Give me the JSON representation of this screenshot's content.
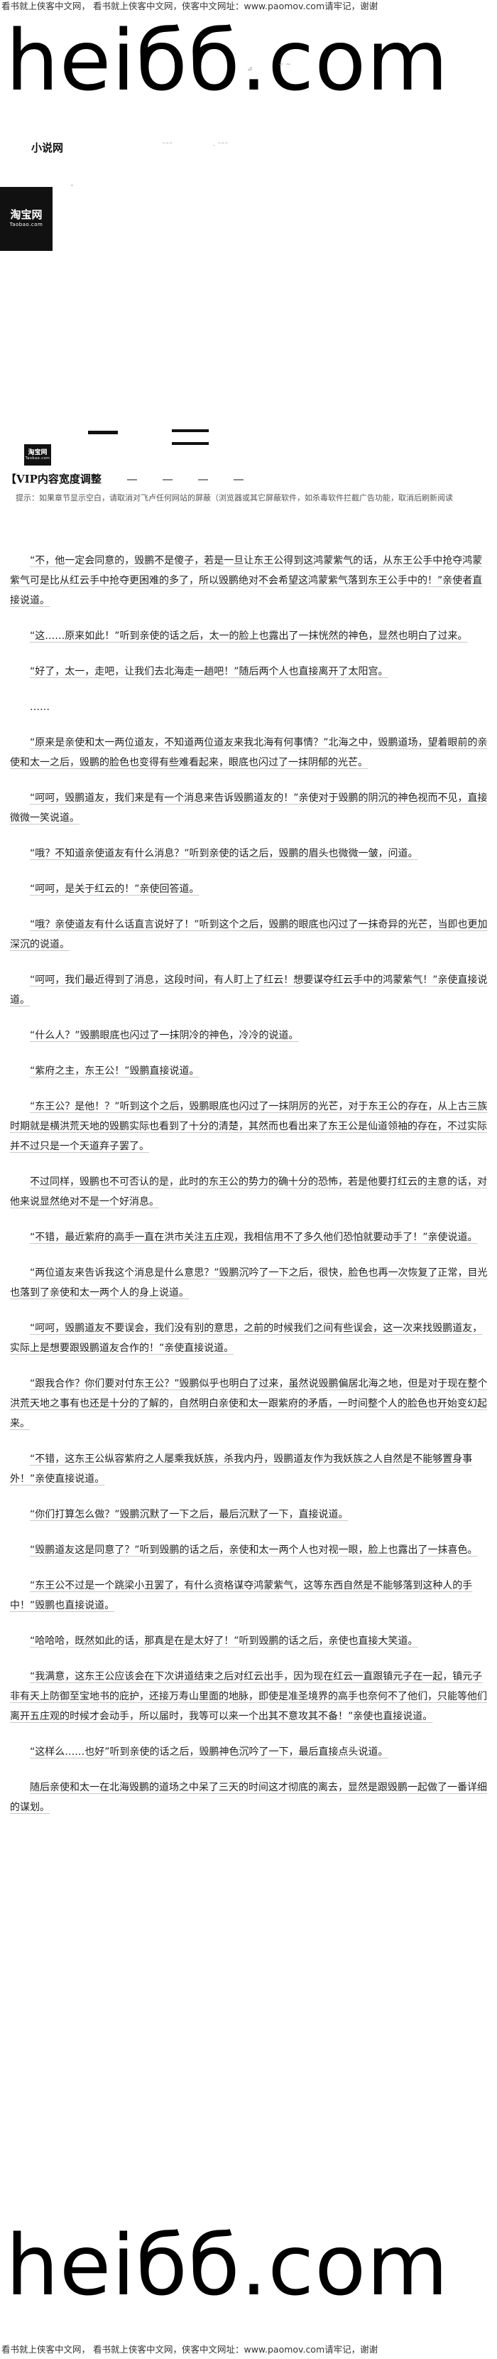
{
  "top_banner": "看书就上侠客中文网，  看书就上侠客中文网，侠客中文网址：www.paomov.com请牢记，谢谢",
  "watermark": "heiбб.com",
  "site_title": "小说网",
  "logo_top": {
    "cn": "淘宝网",
    "en": "Taobao.com"
  },
  "logo_small": {
    "cn": "淘宝网",
    "en": "Taobao.com"
  },
  "notice": {
    "heading": "【VIP内容宽度调整",
    "text": "提示：如果章节显示空白，请取消对飞卢任何网站的屏蔽（浏览器或其它屏蔽软件，如杀毒软件拦截广告功能，取消后刷新阅读"
  },
  "paragraphs": [
    "“不，他一定会同意的，毁鹏不是傻子，若是一旦让东王公得到这鸿蒙紫气的话，从东王公手中抢夺鸿蒙紫气可是比从红云手中抢夺更困难的多了，所以毁鹏绝对不会希望这鸿蒙紫气落到东王公手中的！”亲使者直接说道。",
    "“这……原来如此！”听到亲使的话之后，太一的脸上也露出了一抹恍然的神色，显然也明白了过来。",
    "“好了，太一，走吧，让我们去北海走一趟吧！”随后两个人也直接离开了太阳宫。",
    "……",
    "“原来是亲使和太一两位道友，不知道两位道友来我北海有何事情？”北海之中，毁鹏道场，望着眼前的亲使和太一之后，毁鹏的脸色也变得有些难看起来，眼底也闪过了一抹阴郁的光芒。",
    "“呵呵，毁鹏道友，我们来是有一个消息来告诉毁鹏道友的！”亲使对于毁鹏的阴沉的神色视而不见，直接微微一笑说道。",
    "“哦？不知道亲使道友有什么消息？”听到亲使的话之后，毁鹏的眉头也微微一皱，问道。",
    "“呵呵，是关于红云的！”亲使回答道。",
    "“哦？亲使道友有什么话直言说好了！”听到这个之后，毁鹏的眼底也闪过了一抹奇异的光芒，当即也更加深沉的说道。",
    "“呵呵，我们最近得到了消息，这段时间，有人盯上了红云！想要谋夺红云手中的鸿蒙紫气！”亲使直接说道。",
    "“什么人？”毁鹏眼底也闪过了一抹阴冷的神色，冷冷的说道。",
    "“紫府之主，东王公！”毁鹏直接说道。",
    "“东王公？是他！？”听到这个之后，毁鹏眼底也闪过了一抹阴厉的光芒，对于东王公的存在，从上古三族时期就是横洪荒天地的毁鹏实际也看到了十分的清楚，其然而也看出来了东王公是仙道领袖的存在，不过实际并不过只是一个天道弃子罢了。",
    "不过同样，毁鹏也不可否认的是，此时的东王公的势力的确十分的恐怖，若是他要打红云的主意的话，对他来说显然绝对不是一个好消息。",
    "“不错，最近紫府的高手一直在洪市关注五庄观，我相信用不了多久他们恐怕就要动手了！”亲使说道。",
    "“两位道友来告诉我这个消息是什么意思？”毁鹏沉吟了一下之后，很快，脸色也再一次恢复了正常，目光也落到了亲使和太一两个人的身上说道。",
    "“呵呵，毁鹏道友不要误会，我们没有别的意思，之前的时候我们之间有些误会，这一次来找毁鹏道友，实际上是想要跟毁鹏道友合作的！”亲使直接说道。",
    "“跟我合作？你们要对付东王公？”毁鹏似乎也明白了过来，虽然说毁鹏偏居北海之地，但是对于现在整个洪荒天地之事有也还是十分的了解的，自然明白亲使和太一跟紫府的矛盾，一时间整个人的脸色也开始变幻起来。",
    "“不错，这东王公纵容紫府之人屡乘我妖族，杀我内丹，毁鹏道友作为我妖族之人自然是不能够置身事外！”亲使直接说道。",
    "“你们打算怎么做？”毁鹏沉默了一下之后，最后沉默了一下，直接说道。",
    "“毁鹏道友这是同意了？”听到毁鹏的话之后，亲使和太一两个人也对视一眼，脸上也露出了一抹喜色。",
    "“东王公不过是一个跳梁小丑罢了，有什么资格谋夺鸿蒙紫气，这等东西自然是不能够落到这种人的手中！”毁鹏也直接说道。",
    "“哈哈哈，既然如此的话，那真是在是太好了！”听到毁鹏的话之后，亲使也直接大笑道。",
    "“我满意，这东王公应该会在下次讲道结束之后对红云出手，因为现在红云一直跟镇元子在一起，镇元子非有天上防御至宝地书的庇护，还接万寿山里面的地脉，即使是准圣境界的高手也奈何不了他们，只能等他们离开五庄观的时候才会动手，所以届时，我等可以来一个出其不意攻其不备！”亲使也直接说道。",
    "“这样么……也好”听到亲使的话之后，毁鹏神色沉吟了一下，最后直接点头说道。",
    "随后亲使和太一在北海毁鹏的道场之中呆了三天的时间这才彻底的离去，显然是跟毁鹏一起做了一番详细的谋划。"
  ]
}
